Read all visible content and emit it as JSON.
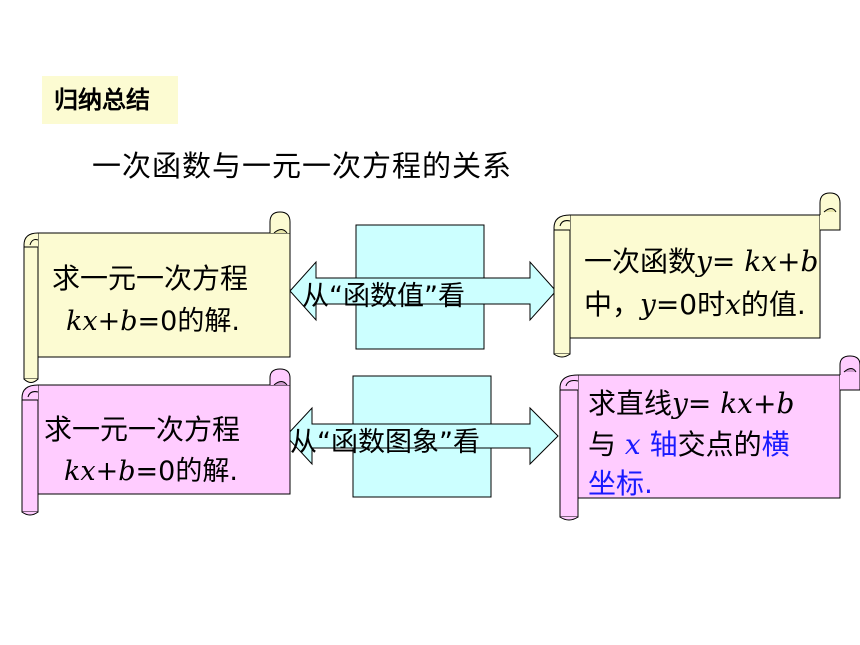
{
  "tag": "归纳总结",
  "heading": "一次函数与一元一次方程的关系",
  "row1": {
    "left": {
      "line1": "求一元一次方程",
      "eq": {
        "kx": "kx",
        "plus": "+",
        "b": "b",
        "rest": "=0的解."
      }
    },
    "center": "从“函数值”看",
    "right": {
      "pre": "一次函数",
      "y": "y",
      "eqsign": "= ",
      "kx": "kx",
      "plus": "+",
      "b": "b",
      "l2a": "中，",
      "y2": "y",
      "l2b": "=0时",
      "x": "x",
      "l2c": "的值."
    }
  },
  "row2": {
    "left": {
      "line1": "求一元一次方程",
      "eq": {
        "kx": "kx",
        "plus": "+",
        "b": "b",
        "rest": "=0的解."
      }
    },
    "center": "从“函数图象”看",
    "right": {
      "pre": "求直线",
      "y": "y",
      "eqsign": "= ",
      "kx": "kx",
      "plus": "+",
      "b": "b",
      "l2a": "与 ",
      "x": "x",
      "l2b": " 轴",
      "l2c": "交点的",
      "l2d": "横",
      "l3": "坐标",
      "l3dot": "."
    }
  }
}
